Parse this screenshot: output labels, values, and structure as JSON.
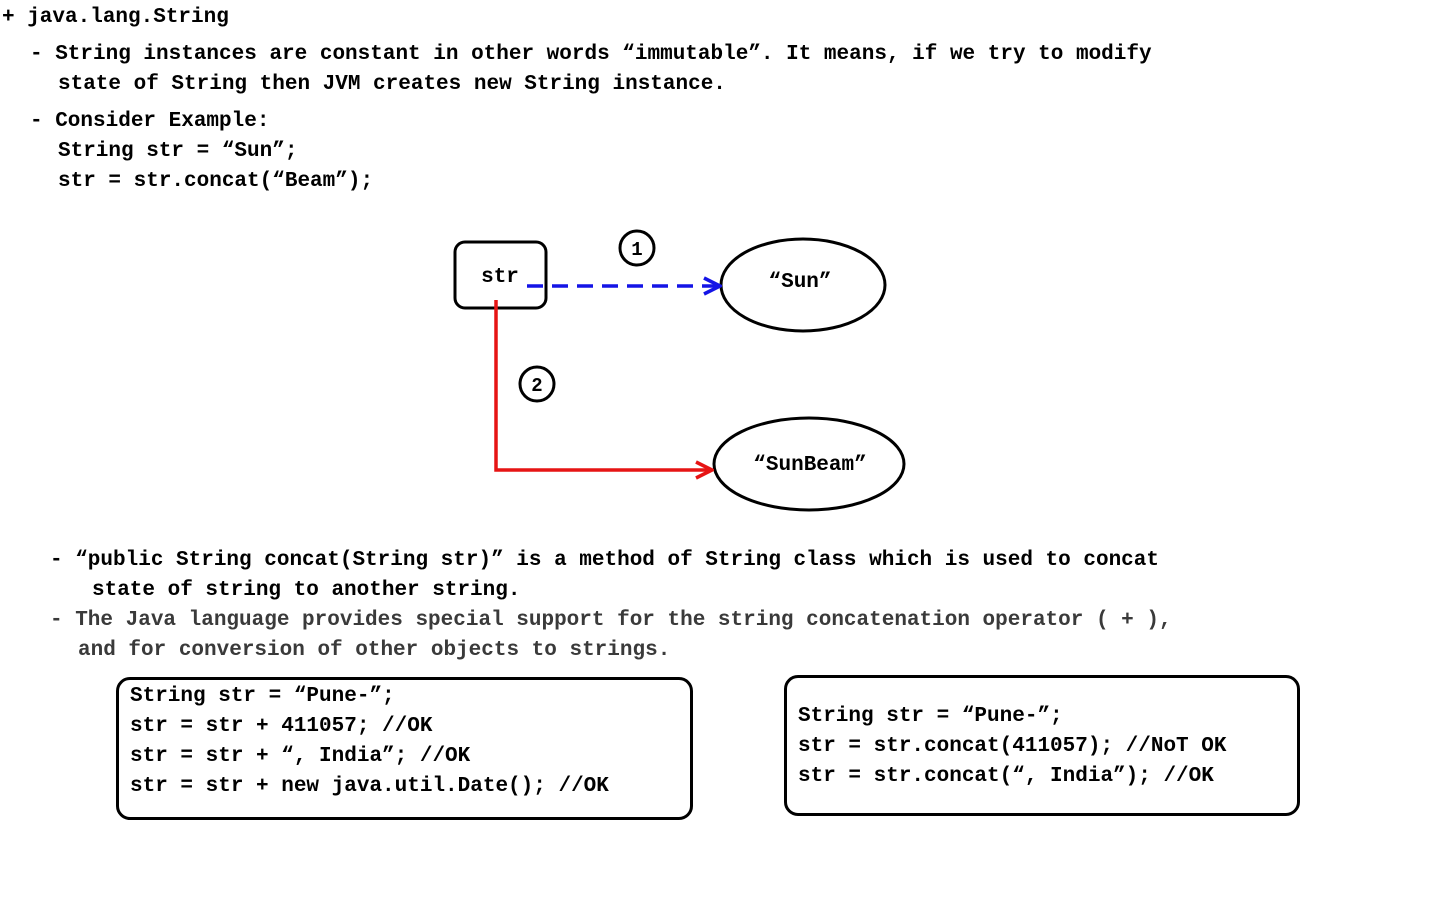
{
  "heading": "+ java.lang.String",
  "intro": {
    "line1": "- String instances are constant in other words “immutable”. It means, if we try to modify",
    "line2": "state of String then JVM creates new String instance."
  },
  "example": {
    "label": "- Consider Example:",
    "code1": "String str = “Sun”;",
    "code2": "str = str.concat(“Beam”);"
  },
  "diagram": {
    "variable": "str",
    "object1": "“Sun”",
    "object2": "“SunBeam”",
    "step1": "1",
    "step2": "2",
    "colors": {
      "step1_arrow": "#1414e6",
      "step2_arrow": "#e61414",
      "outline": "#000000"
    }
  },
  "concat_note": {
    "line1": "- “public String concat(String str)” is a method of String class which is used to concat",
    "line2": "state of string to another string."
  },
  "java_note": {
    "line1": "- The Java language provides special support for the string concatenation operator ( + ),",
    "line2": "and for conversion of other objects to strings."
  },
  "code_left": [
    "String str = “Pune-”;",
    "str = str + 411057; //OK",
    "str = str + “, India”; //OK",
    "str = str + new java.util.Date(); //OK"
  ],
  "code_right": [
    "String str = “Pune-”;",
    "str = str.concat(411057); //NoT OK",
    "str = str.concat(“, India”); //OK"
  ]
}
